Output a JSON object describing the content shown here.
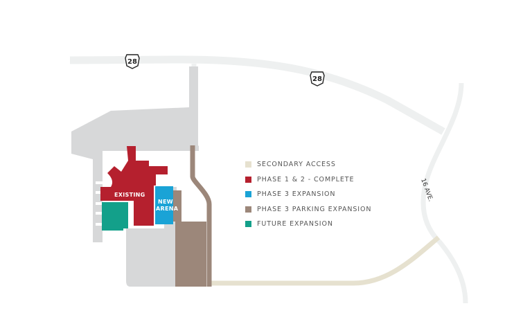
{
  "map": {
    "highway_shields": [
      {
        "number": "28"
      },
      {
        "number": "28"
      }
    ],
    "avenue_label": "16 AVE.",
    "zone_labels": {
      "existing": "EXISTING",
      "new_arena_line1": "NEW",
      "new_arena_line2": "ARENA"
    }
  },
  "legend": {
    "items": [
      {
        "label": "SECONDARY ACCESS",
        "color": "#e6e1cf"
      },
      {
        "label": "PHASE 1 & 2 - COMPLETE",
        "color": "#b5202e"
      },
      {
        "label": "PHASE 3 EXPANSION",
        "color": "#1aa3d6"
      },
      {
        "label": "PHASE 3 PARKING EXPANSION",
        "color": "#9c877a"
      },
      {
        "label": "FUTURE EXPANSION",
        "color": "#13a08a"
      }
    ]
  },
  "colors": {
    "road": "#eef0f0",
    "lot": "#d7d8d9"
  }
}
